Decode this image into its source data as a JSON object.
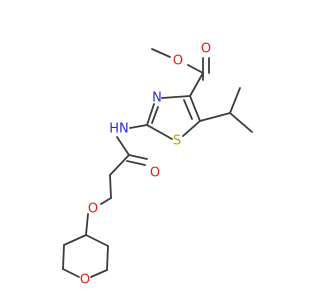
{
  "molecule": {
    "colors": {
      "bond": "#3c3c3c",
      "oxygen": "#e0201b",
      "nitrogen": "#2a30d8",
      "sulfur": "#b8a800",
      "carbon": "#3c3c3c"
    },
    "labels": {
      "ester_carbonyl_o": "O",
      "ester_ether_o": "O",
      "thiazole_n": "N",
      "thiazole_s": "S",
      "amide_nh": "HN",
      "amide_carbonyl_o": "O",
      "ether_o": "O",
      "oxane_ring_o": "O"
    }
  }
}
